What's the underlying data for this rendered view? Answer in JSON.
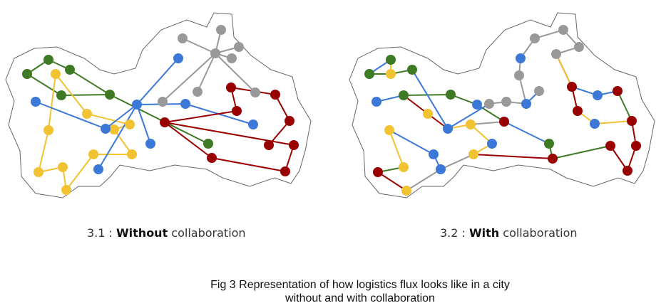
{
  "colors": {
    "green": "#3e7a24",
    "yellow": "#f1c232",
    "blue": "#3c78d8",
    "gray": "#999999",
    "red": "#990000",
    "outline": "#666666"
  },
  "subtitles": {
    "left": {
      "prefix": "3.1 : ",
      "bold": "Without",
      "rest": " collaboration"
    },
    "right": {
      "prefix": "3.2 : ",
      "bold": "With",
      "rest": " collaboration"
    }
  },
  "caption": {
    "line1": "Fig 3 Representation of how logistics flux looks like in a city",
    "line2": "without and with collaboration"
  },
  "panels": [
    {
      "id": "without",
      "nodes": [
        {
          "id": "g1",
          "c": "green"
        },
        {
          "id": "g2",
          "c": "green"
        },
        {
          "id": "g3",
          "c": "green"
        },
        {
          "id": "g4",
          "c": "green"
        },
        {
          "id": "g5",
          "c": "green"
        },
        {
          "id": "g6",
          "c": "green"
        },
        {
          "id": "y1",
          "c": "yellow"
        },
        {
          "id": "y2",
          "c": "yellow"
        },
        {
          "id": "y3",
          "c": "yellow"
        },
        {
          "id": "y4",
          "c": "yellow"
        },
        {
          "id": "y5",
          "c": "yellow"
        },
        {
          "id": "y6",
          "c": "yellow"
        },
        {
          "id": "y7",
          "c": "yellow"
        },
        {
          "id": "y8",
          "c": "yellow"
        },
        {
          "id": "y9",
          "c": "yellow"
        },
        {
          "id": "y10",
          "c": "yellow"
        },
        {
          "id": "b1",
          "c": "blue"
        },
        {
          "id": "b2",
          "c": "blue"
        },
        {
          "id": "b3",
          "c": "blue"
        },
        {
          "id": "b4",
          "c": "blue"
        },
        {
          "id": "b5",
          "c": "blue"
        },
        {
          "id": "b6",
          "c": "blue"
        },
        {
          "id": "b7",
          "c": "blue"
        },
        {
          "id": "b8",
          "c": "blue"
        },
        {
          "id": "s1",
          "c": "gray"
        },
        {
          "id": "s2",
          "c": "gray"
        },
        {
          "id": "s3",
          "c": "gray"
        },
        {
          "id": "s4",
          "c": "gray"
        },
        {
          "id": "s5",
          "c": "gray"
        },
        {
          "id": "s6",
          "c": "gray"
        },
        {
          "id": "s7",
          "c": "gray"
        },
        {
          "id": "s8",
          "c": "gray"
        },
        {
          "id": "r1",
          "c": "red"
        },
        {
          "id": "r2",
          "c": "red"
        },
        {
          "id": "r3",
          "c": "red"
        },
        {
          "id": "r4",
          "c": "red"
        },
        {
          "id": "r5",
          "c": "red"
        },
        {
          "id": "r6",
          "c": "red"
        },
        {
          "id": "r7",
          "c": "red"
        },
        {
          "id": "r8",
          "c": "red"
        },
        {
          "id": "r9",
          "c": "red"
        }
      ],
      "edges": [
        [
          "g1",
          "g2",
          "green"
        ],
        [
          "g2",
          "g3",
          "green"
        ],
        [
          "g3",
          "g5",
          "green"
        ],
        [
          "g1",
          "g4",
          "green"
        ],
        [
          "g4",
          "g5",
          "green"
        ],
        [
          "g5",
          "g6",
          "green"
        ],
        [
          "y1",
          "y2",
          "yellow"
        ],
        [
          "y2",
          "y3",
          "yellow"
        ],
        [
          "y1",
          "y4",
          "yellow"
        ],
        [
          "y4",
          "y5",
          "yellow"
        ],
        [
          "y5",
          "y6",
          "yellow"
        ],
        [
          "y6",
          "y7",
          "yellow"
        ],
        [
          "y7",
          "y8",
          "yellow"
        ],
        [
          "y8",
          "y9",
          "yellow"
        ],
        [
          "y9",
          "y10",
          "yellow"
        ],
        [
          "y10",
          "y3",
          "yellow"
        ],
        [
          "b1",
          "b2",
          "blue"
        ],
        [
          "b2",
          "b3",
          "blue"
        ],
        [
          "b3",
          "b4",
          "blue"
        ],
        [
          "b3",
          "b5",
          "blue"
        ],
        [
          "b3",
          "b6",
          "blue"
        ],
        [
          "b3",
          "b7",
          "blue"
        ],
        [
          "b7",
          "b8",
          "blue"
        ],
        [
          "s2",
          "s1",
          "gray"
        ],
        [
          "s2",
          "s3",
          "gray"
        ],
        [
          "s2",
          "s4",
          "gray"
        ],
        [
          "s2",
          "s5",
          "gray"
        ],
        [
          "s2",
          "s6",
          "gray"
        ],
        [
          "s2",
          "s7",
          "gray"
        ],
        [
          "s2",
          "s8",
          "gray"
        ],
        [
          "r1",
          "r2",
          "red"
        ],
        [
          "r2",
          "r3",
          "red"
        ],
        [
          "r3",
          "r4",
          "red"
        ],
        [
          "r1",
          "r5",
          "red"
        ],
        [
          "r5",
          "r6",
          "red"
        ],
        [
          "r6",
          "r7",
          "red"
        ],
        [
          "r7",
          "r8",
          "red"
        ],
        [
          "r8",
          "r9",
          "red"
        ],
        [
          "r9",
          "r6",
          "red"
        ]
      ]
    },
    {
      "id": "with",
      "nodes": [
        {
          "id": "g1",
          "c": "green"
        },
        {
          "id": "g2",
          "c": "green"
        },
        {
          "id": "g3",
          "c": "green"
        },
        {
          "id": "g4",
          "c": "green"
        },
        {
          "id": "g5",
          "c": "green"
        },
        {
          "id": "g6",
          "c": "green"
        },
        {
          "id": "y1",
          "c": "yellow"
        },
        {
          "id": "y2",
          "c": "yellow"
        },
        {
          "id": "y3",
          "c": "yellow"
        },
        {
          "id": "y4",
          "c": "yellow"
        },
        {
          "id": "y5",
          "c": "yellow"
        },
        {
          "id": "y6",
          "c": "yellow"
        },
        {
          "id": "y7",
          "c": "yellow"
        },
        {
          "id": "y8",
          "c": "yellow"
        },
        {
          "id": "y9",
          "c": "yellow"
        },
        {
          "id": "y10",
          "c": "yellow"
        },
        {
          "id": "b1",
          "c": "blue"
        },
        {
          "id": "b2",
          "c": "blue"
        },
        {
          "id": "b3",
          "c": "blue"
        },
        {
          "id": "b4",
          "c": "blue"
        },
        {
          "id": "b5",
          "c": "blue"
        },
        {
          "id": "b6",
          "c": "blue"
        },
        {
          "id": "b7",
          "c": "blue"
        },
        {
          "id": "b8",
          "c": "blue"
        },
        {
          "id": "b9",
          "c": "blue"
        },
        {
          "id": "b10",
          "c": "blue"
        },
        {
          "id": "s1",
          "c": "gray"
        },
        {
          "id": "s2",
          "c": "gray"
        },
        {
          "id": "s3",
          "c": "gray"
        },
        {
          "id": "s4",
          "c": "gray"
        },
        {
          "id": "s5",
          "c": "gray"
        },
        {
          "id": "s6",
          "c": "gray"
        },
        {
          "id": "s7",
          "c": "gray"
        },
        {
          "id": "s8",
          "c": "gray"
        },
        {
          "id": "r1",
          "c": "red"
        },
        {
          "id": "r2",
          "c": "red"
        },
        {
          "id": "r3",
          "c": "red"
        },
        {
          "id": "r4",
          "c": "red"
        },
        {
          "id": "r5",
          "c": "red"
        },
        {
          "id": "r6",
          "c": "red"
        },
        {
          "id": "r7",
          "c": "red"
        },
        {
          "id": "r8",
          "c": "red"
        },
        {
          "id": "r9",
          "c": "red"
        },
        {
          "id": "r10",
          "c": "red"
        }
      ],
      "edges": [
        [
          "g1",
          "b1",
          "blue"
        ],
        [
          "g1",
          "y1",
          "yellow"
        ],
        [
          "y1",
          "g2",
          "green"
        ],
        [
          "g2",
          "g3",
          "green"
        ],
        [
          "g3",
          "y2",
          "yellow"
        ],
        [
          "y2",
          "g4",
          "green"
        ],
        [
          "g4",
          "g5",
          "green"
        ],
        [
          "b2",
          "y3",
          "blue"
        ],
        [
          "b2",
          "g3",
          "blue"
        ],
        [
          "y3",
          "y4",
          "yellow"
        ],
        [
          "y4",
          "y6",
          "yellow"
        ],
        [
          "y6",
          "y7",
          "green"
        ],
        [
          "y7",
          "r1",
          "red"
        ],
        [
          "y4",
          "b3",
          "blue"
        ],
        [
          "b3",
          "b4",
          "blue"
        ],
        [
          "b4",
          "r5",
          "red"
        ],
        [
          "r5",
          "r6",
          "red"
        ],
        [
          "r6",
          "b5",
          "blue"
        ],
        [
          "r6",
          "y5",
          "yellow"
        ],
        [
          "y5",
          "r7",
          "red"
        ],
        [
          "y5",
          "b6",
          "blue"
        ],
        [
          "b6",
          "y8",
          "yellow"
        ],
        [
          "y8",
          "r2",
          "red"
        ],
        [
          "r2",
          "g6",
          "green"
        ],
        [
          "g6",
          "r3",
          "red"
        ],
        [
          "r3",
          "r4",
          "red"
        ],
        [
          "r4",
          "r9",
          "red"
        ],
        [
          "r9",
          "r10",
          "red"
        ],
        [
          "r10",
          "r8",
          "red"
        ],
        [
          "r8",
          "r3",
          "red"
        ],
        [
          "b6",
          "s8",
          "gray"
        ],
        [
          "s8",
          "y9",
          "gray"
        ],
        [
          "y9",
          "y10",
          "gray"
        ],
        [
          "y10",
          "y8",
          "yellow"
        ],
        [
          "y10",
          "b10",
          "blue"
        ],
        [
          "r5",
          "s6",
          "gray"
        ],
        [
          "s6",
          "b8",
          "gray"
        ],
        [
          "b8",
          "s7",
          "gray"
        ],
        [
          "s7",
          "s5",
          "gray"
        ],
        [
          "s5",
          "b9",
          "blue"
        ],
        [
          "b9",
          "b7",
          "blue"
        ],
        [
          "b7",
          "s4",
          "gray"
        ],
        [
          "s4",
          "s3",
          "gray"
        ],
        [
          "s3",
          "s2",
          "gray"
        ],
        [
          "s2",
          "s1",
          "gray"
        ],
        [
          "s1",
          "r7",
          "yellow"
        ],
        [
          "r7",
          "r8",
          "red"
        ],
        [
          "r8",
          "b1",
          "red"
        ],
        [
          "b1",
          "b2",
          "blue"
        ],
        [
          "b2",
          "r9",
          "green"
        ],
        [
          "r9",
          "y3",
          "yellow"
        ]
      ]
    }
  ]
}
